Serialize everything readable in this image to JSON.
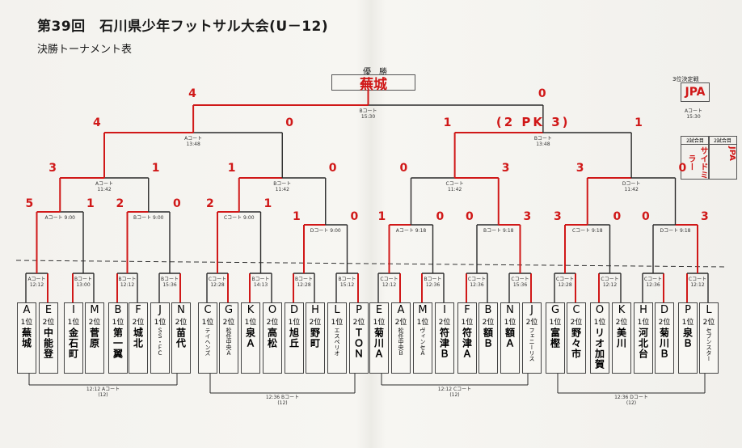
{
  "header": {
    "title": "第39回　石川県少年フットサル大会(U－12)",
    "subtitle": "決勝トーナメント表"
  },
  "champion": {
    "label": "優　勝",
    "name": "蕪城"
  },
  "third_place": {
    "label": "3位決定戦",
    "time": "Aコート 15:30",
    "winner": "JPA",
    "entries": [
      {
        "head": "2試合目",
        "name": "サイドミラー"
      },
      {
        "head": "2試合目",
        "name": "JPA"
      }
    ]
  },
  "teams": [
    {
      "letter": "A",
      "rank": "1位",
      "name": "蕪城"
    },
    {
      "letter": "E",
      "rank": "2位",
      "name": "中能登"
    },
    {
      "letter": "I",
      "rank": "1位",
      "name": "金石町"
    },
    {
      "letter": "M",
      "rank": "2位",
      "name": "菅原"
    },
    {
      "letter": "B",
      "rank": "1位",
      "name": "第一翼"
    },
    {
      "letter": "F",
      "rank": "2位",
      "name": "城北"
    },
    {
      "letter": "J",
      "rank": "1位",
      "name": "ＳＳ・ＦＣ"
    },
    {
      "letter": "N",
      "rank": "2位",
      "name": "苗代"
    },
    {
      "letter": "C",
      "rank": "1位",
      "name": "テイヘンズ"
    },
    {
      "letter": "G",
      "rank": "2位",
      "name": "松任中央Ａ"
    },
    {
      "letter": "K",
      "rank": "1位",
      "name": "泉Ａ"
    },
    {
      "letter": "O",
      "rank": "2位",
      "name": "高松"
    },
    {
      "letter": "D",
      "rank": "1位",
      "name": "旭丘"
    },
    {
      "letter": "H",
      "rank": "2位",
      "name": "野町"
    },
    {
      "letter": "L",
      "rank": "1位",
      "name": "エスペリオ"
    },
    {
      "letter": "P",
      "rank": "2位",
      "name": "ＴＯＮ"
    },
    {
      "letter": "E",
      "rank": "1位",
      "name": "菊川Ａ"
    },
    {
      "letter": "A",
      "rank": "2位",
      "name": "松任中央Ｂ"
    },
    {
      "letter": "M",
      "rank": "1位",
      "name": "ヴィンセＡ"
    },
    {
      "letter": "I",
      "rank": "2位",
      "name": "符津Ｂ"
    },
    {
      "letter": "F",
      "rank": "1位",
      "name": "符津Ａ"
    },
    {
      "letter": "B",
      "rank": "2位",
      "name": "額Ｂ"
    },
    {
      "letter": "N",
      "rank": "1位",
      "name": "額Ａ"
    },
    {
      "letter": "J",
      "rank": "2位",
      "name": "フェニーリス"
    },
    {
      "letter": "G",
      "rank": "1位",
      "name": "富樫"
    },
    {
      "letter": "C",
      "rank": "2位",
      "name": "野々市"
    },
    {
      "letter": "O",
      "rank": "1位",
      "name": "リオ加賀"
    },
    {
      "letter": "K",
      "rank": "2位",
      "name": "美川"
    },
    {
      "letter": "H",
      "rank": "1位",
      "name": "河北台"
    },
    {
      "letter": "D",
      "rank": "2位",
      "name": "菊川Ｂ"
    },
    {
      "letter": "P",
      "rank": "1位",
      "name": "泉Ｂ"
    },
    {
      "letter": "L",
      "rank": "2位",
      "name": "セブンスター"
    }
  ],
  "match_labels": {
    "r32": [
      "Aコート 12:12",
      "Bコート 13:00",
      "Bコート 12:12",
      "Bコート 15:36",
      "Cコート 12:28",
      "Bコート 14:13",
      "Bコート 12:28",
      "Bコート 15:12",
      "Cコート 12:12",
      "Bコート 12:36",
      "Cコート 12:36",
      "Cコート 15:36",
      "Cコート 12:28",
      "Cコート 12:12",
      "Cコート 12:36",
      "Cコート 12:12"
    ],
    "r16": [
      "Aコート 9:00",
      "Bコート 9:00",
      "Cコート 9:00",
      "Dコート 9:00",
      "Aコート 9:18",
      "Bコート 9:18",
      "Cコート 9:18",
      "Dコート 9:18"
    ],
    "qf": [
      "Aコート 11:42",
      "Bコート 11:42",
      "Cコート 11:42",
      "Dコート 11:42"
    ],
    "sf": [
      "Aコート 13:48",
      "Bコート 13:48"
    ],
    "final": [
      "Bコート 15:30"
    ]
  },
  "scores": {
    "r16": [
      [
        "5",
        "1"
      ],
      [
        "2",
        "0"
      ],
      [
        "2",
        "1"
      ],
      [
        "1",
        "0"
      ],
      [
        "1",
        "0"
      ],
      [
        "0",
        "3"
      ],
      [
        "3",
        "0"
      ],
      [
        "0",
        "3"
      ]
    ],
    "qf": [
      [
        "3",
        "1"
      ],
      [
        "1",
        "0"
      ],
      [
        "0",
        "3"
      ],
      [
        "3",
        "0"
      ]
    ],
    "sf": [
      [
        "4",
        "0"
      ],
      [
        "1",
        "1"
      ]
    ],
    "final": [
      "4",
      "0"
    ],
    "pk": "(2 PK 3)"
  },
  "group_labels": [
    {
      "text": "12:12 Aコート (12)"
    },
    {
      "text": "12:36 Bコート (12)"
    },
    {
      "text": "12:12 Cコート (12)"
    },
    {
      "text": "12:36 Dコート (12)"
    }
  ],
  "colors": {
    "ink": "#2a2a2a",
    "winner_line": "#d01818",
    "paper": "#f6f5f1"
  }
}
